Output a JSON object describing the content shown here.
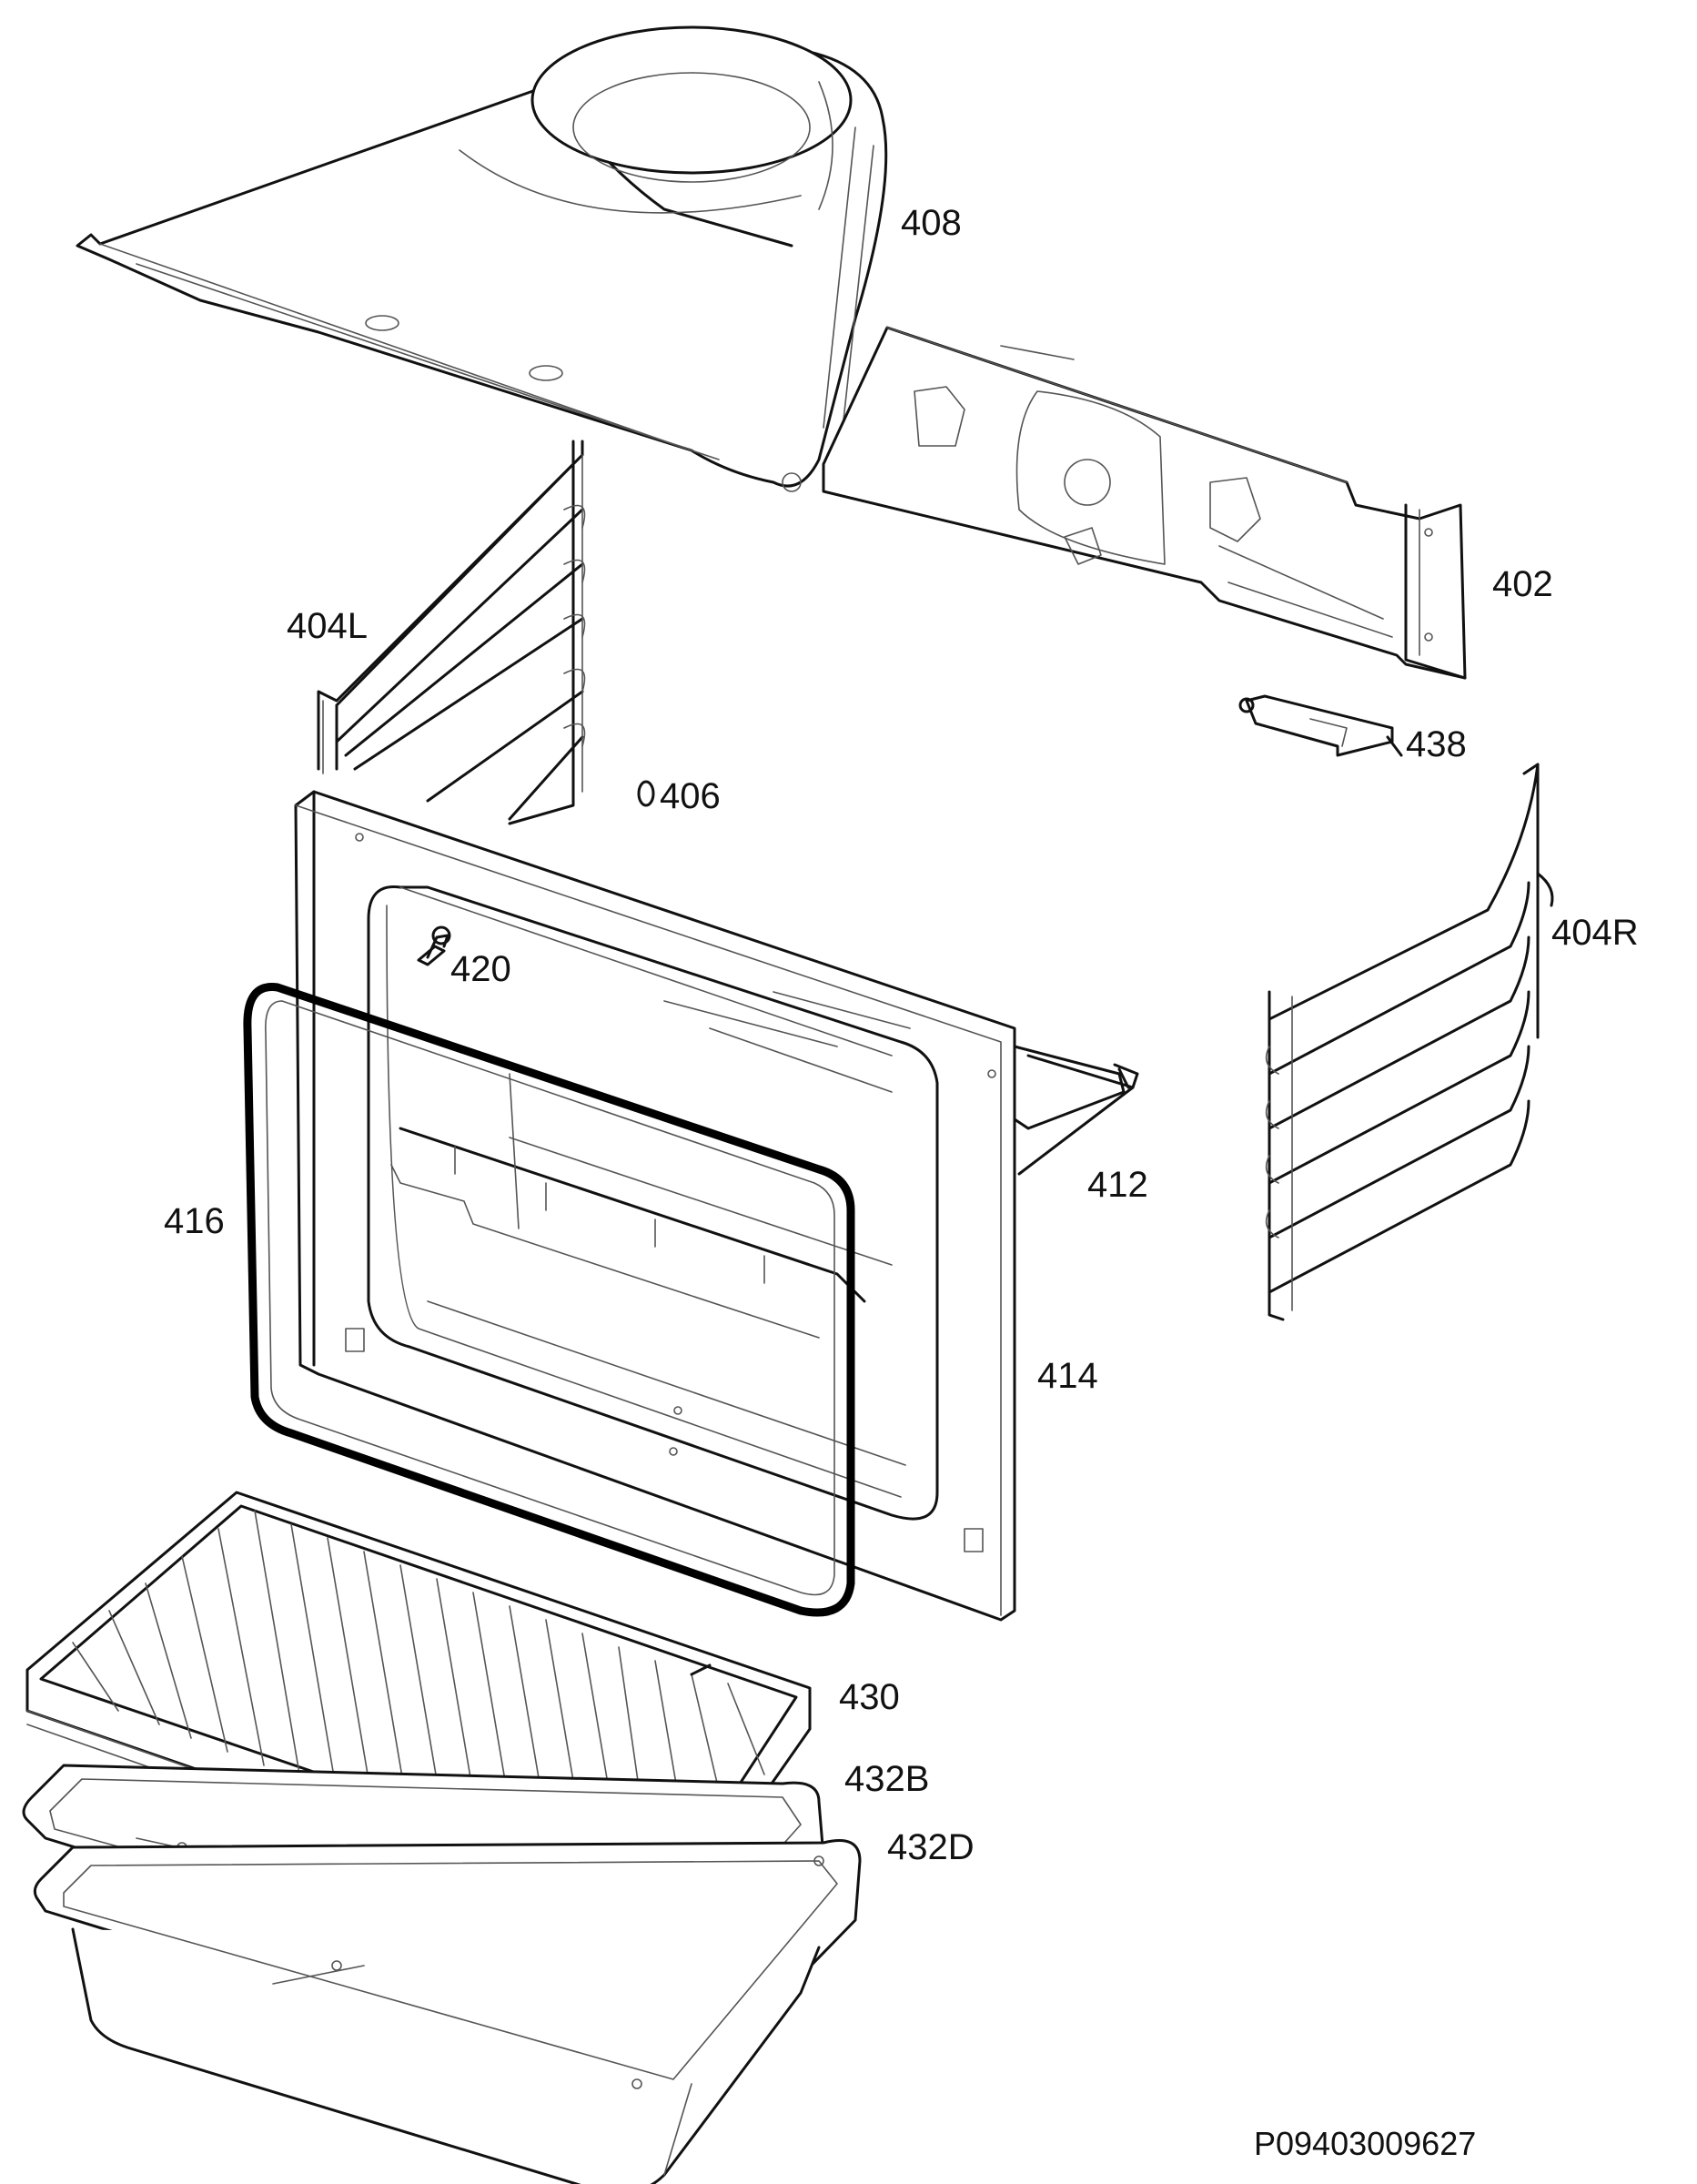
{
  "diagram": {
    "parts": [
      {
        "id": "p408",
        "label": "408"
      },
      {
        "id": "p402",
        "label": "402"
      },
      {
        "id": "p404L",
        "label": "404L"
      },
      {
        "id": "p438",
        "label": "438"
      },
      {
        "id": "p406",
        "label": "406"
      },
      {
        "id": "p420",
        "label": "420"
      },
      {
        "id": "p404R",
        "label": "404R"
      },
      {
        "id": "p412",
        "label": "412"
      },
      {
        "id": "p416",
        "label": "416"
      },
      {
        "id": "p414",
        "label": "414"
      },
      {
        "id": "p430",
        "label": "430"
      },
      {
        "id": "p432B",
        "label": "432B"
      },
      {
        "id": "p432D",
        "label": "432D"
      }
    ],
    "drawing_code": "P09403009627"
  }
}
